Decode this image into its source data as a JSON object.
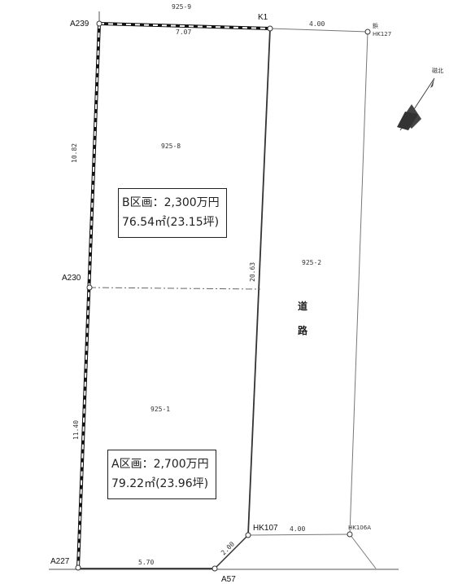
{
  "points": {
    "a239": "A239",
    "k1": "K1",
    "a230": "A230",
    "a227": "A227",
    "a57": "A57",
    "hk107": "HK107",
    "hk106a": "HK106A",
    "hk127_prefix": "鋲",
    "hk127": "HK127"
  },
  "lots": {
    "top": "925-9",
    "upper": "925-8",
    "lower": "925-1",
    "road": "925-2"
  },
  "dimensions": {
    "top_edge": "7.07",
    "road_top": "4.00",
    "left_upper": "10.82",
    "left_lower": "11.40",
    "right_edge": "20.63",
    "bottom_edge": "5.70",
    "corner_cut": "2.00",
    "road_bottom": "4.00"
  },
  "road_label": [
    "道",
    "路"
  ],
  "north_label": "磁北",
  "parcel_b": {
    "title": "B区画：2,300万円",
    "area": "76.54㎡(23.15坪)"
  },
  "parcel_a": {
    "title": "A区画：2,700万円",
    "area": "79.22㎡(23.96坪)"
  },
  "colors": {
    "line": "#333333",
    "boundary_dash": "#111111",
    "compass": "#444444"
  }
}
